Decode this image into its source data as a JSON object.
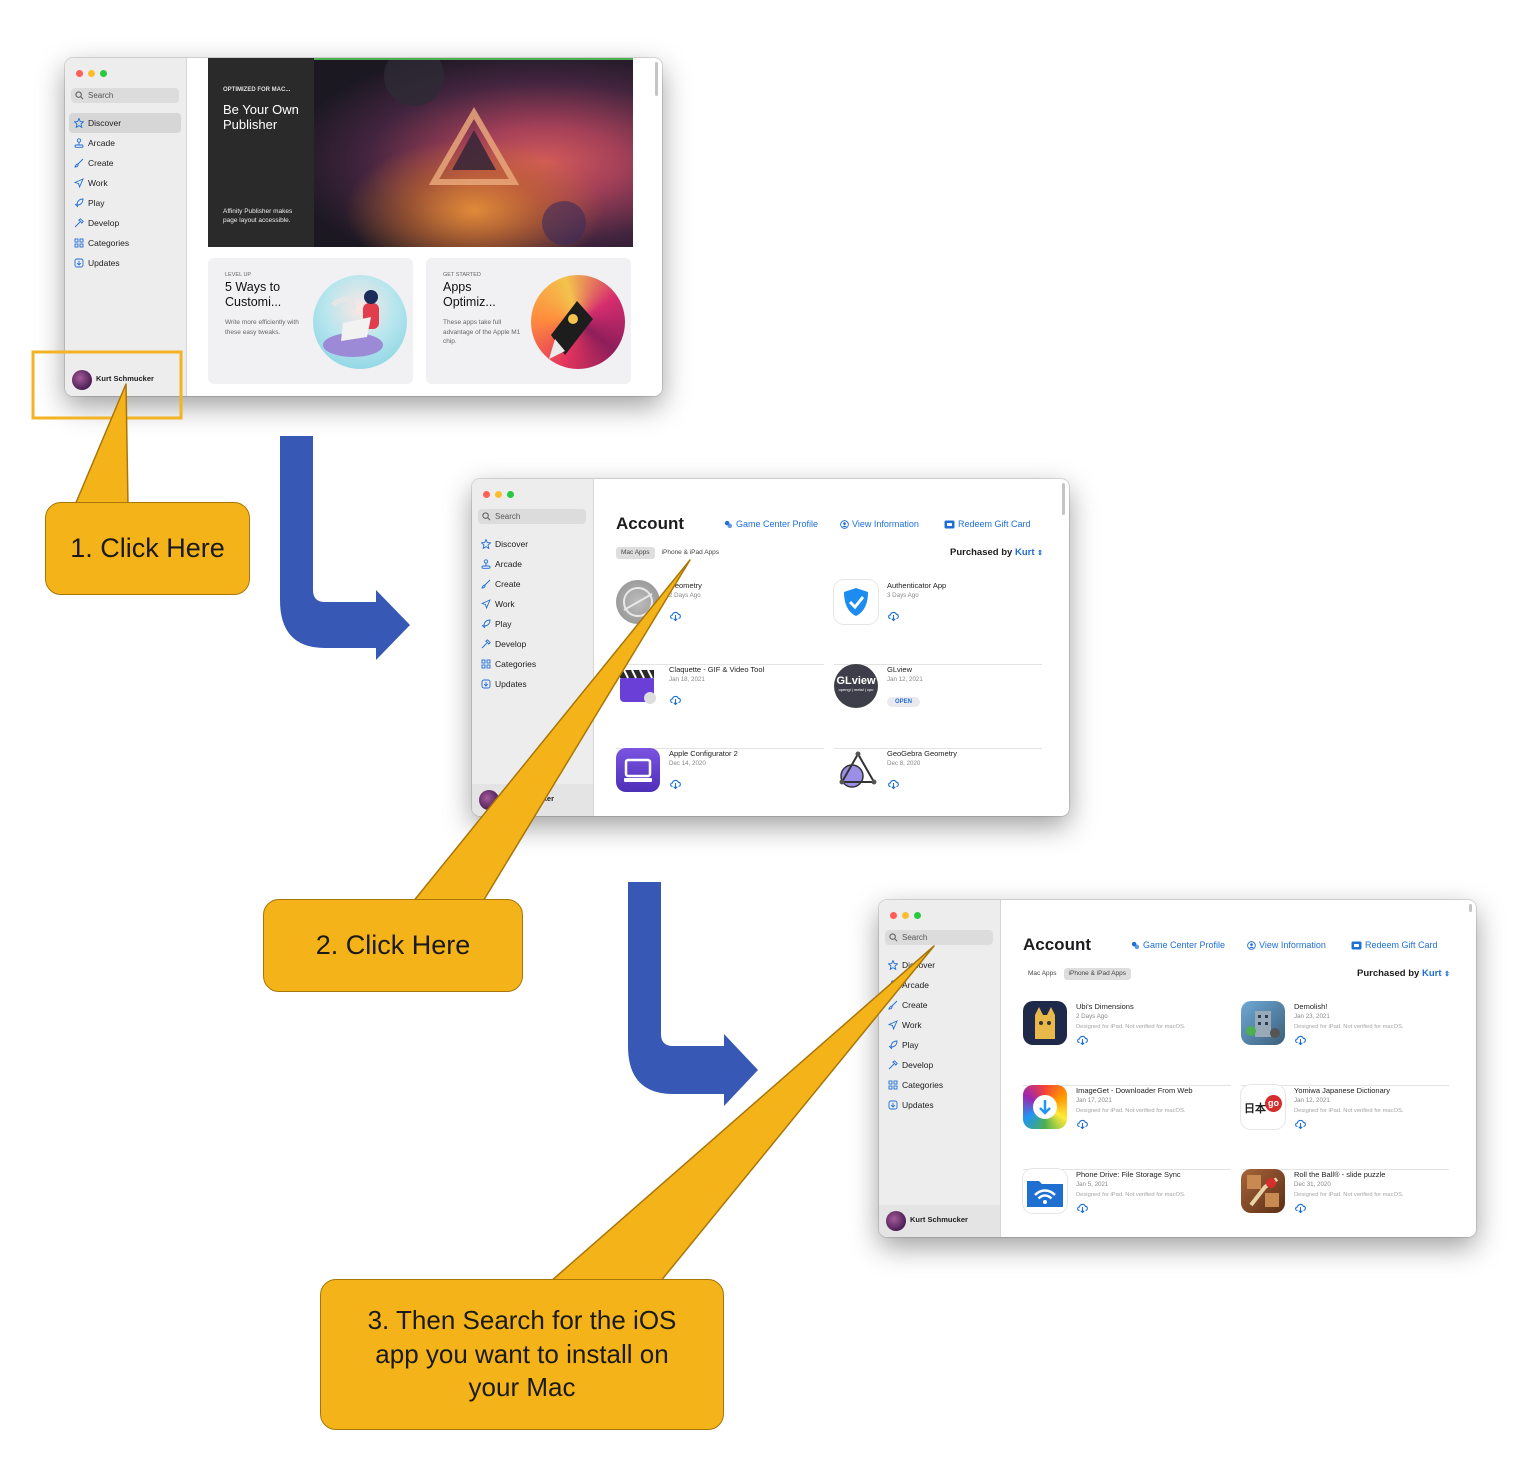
{
  "sidebar": {
    "search_placeholder": "Search",
    "items": [
      "Discover",
      "Arcade",
      "Create",
      "Work",
      "Play",
      "Develop",
      "Categories",
      "Updates"
    ],
    "user_name": "Kurt Schmucker",
    "user_name_truncated": "ucker"
  },
  "discover": {
    "hero": {
      "eyebrow": "OPTIMIZED FOR MAC...",
      "title": "Be Your Own Publisher",
      "subtitle": "Affinity Publisher makes page layout accessible."
    },
    "cards": [
      {
        "eyebrow": "LEVEL UP",
        "title": "5 Ways to Customi...",
        "subtitle": "Write more efficiently with these easy tweaks."
      },
      {
        "eyebrow": "GET STARTED",
        "title": "Apps Optimiz...",
        "subtitle": "These apps take full advantage of the Apple M1 chip."
      }
    ]
  },
  "account": {
    "title": "Account",
    "game_center": "Game Center Profile",
    "view_info": "View Information",
    "redeem": "Redeem Gift Card",
    "seg_mac": "Mac Apps",
    "seg_ios": "iPhone & iPad Apps",
    "purchased_by": "Purchased by",
    "purchaser": "Kurt"
  },
  "mac_apps": [
    {
      "name": "Geometry",
      "date": "2 Days Ago"
    },
    {
      "name": "Authenticator App",
      "date": "3 Days Ago"
    },
    {
      "name": "Claquette - GIF & Video Tool",
      "date": "Jan 18, 2021"
    },
    {
      "name": "GLview",
      "date": "Jan 12, 2021",
      "button": "OPEN"
    },
    {
      "name": "Apple Configurator 2",
      "date": "Dec 14, 2020"
    },
    {
      "name": "GeoGebra Geometry",
      "date": "Dec 8, 2020"
    }
  ],
  "ios_apps": [
    {
      "name": "Ubi's Dimensions",
      "date": "2 Days Ago"
    },
    {
      "name": "Demolish!",
      "date": "Jan 23, 2021"
    },
    {
      "name": "ImageGet - Downloader From Web",
      "date": "Jan 17, 2021"
    },
    {
      "name": "Yomiwa Japanese Dictionary",
      "date": "Jan 12, 2021"
    },
    {
      "name": "Phone Drive: File Storage Sync",
      "date": "Jan 5, 2021"
    },
    {
      "name": "Roll the Ball® - slide puzzle",
      "date": "Dec 31, 2020"
    }
  ],
  "ios_note": "Designed for iPad. Not verified for macOS.",
  "icon_text": {
    "glview": "GLview",
    "glview_sub": "opengl | metal | cpu",
    "yomiwa_kanji": "日本",
    "yomiwa_go": "go"
  },
  "callouts": [
    "1. Click Here",
    "2. Click Here",
    "3. Then Search for the iOS app you want to install on your Mac"
  ],
  "colors": {
    "callout": "#f5b31a",
    "arrow": "#3758b5",
    "highlight": "#f3b323",
    "link": "#1f6fd6"
  }
}
